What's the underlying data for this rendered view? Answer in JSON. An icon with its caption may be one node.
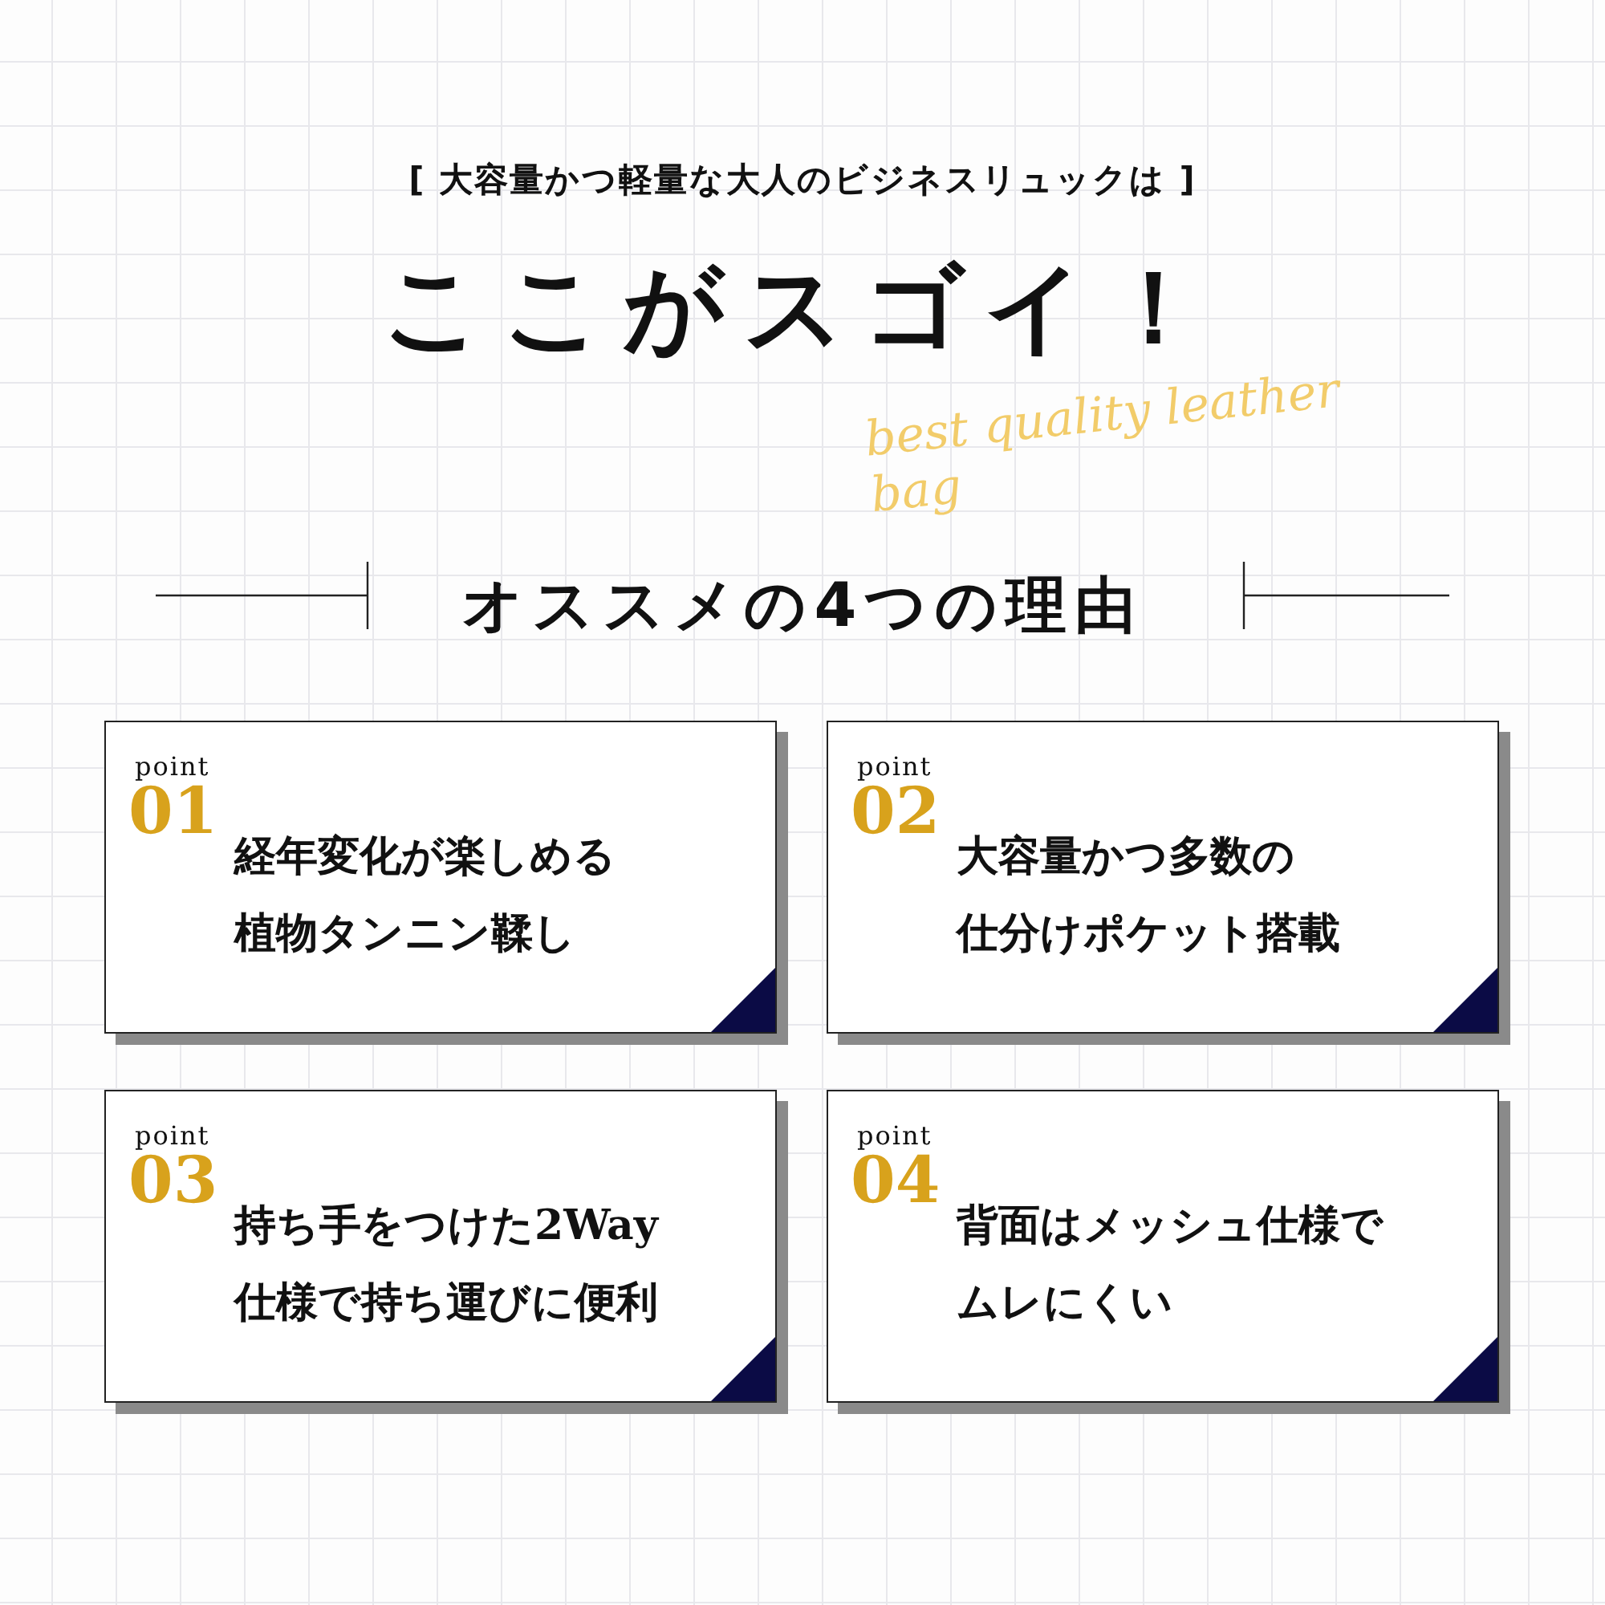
{
  "diagram": {
    "title": "ここがスゴイ！",
    "nodes": [
      {
        "text": [
          "point",
          "01",
          "経年変化が楽しめる植物タンニン鞣し"
        ]
      },
      {
        "text": [
          "point",
          "02",
          "大容量かつ多数の仕分けポケット搭載"
        ]
      },
      {
        "text": [
          "point",
          "03",
          "持ち手をつけた2Way仕様で持ち運びに便利"
        ]
      },
      {
        "text": [
          "point",
          "04",
          "背面はメッシュ仕様でムレにくい"
        ]
      }
    ],
    "labels": [
      "[ 大容量かつ軽量な大人のビジネスリュックは ]",
      "best quality leather bag",
      "オススメの4つの理由"
    ]
  }
}
